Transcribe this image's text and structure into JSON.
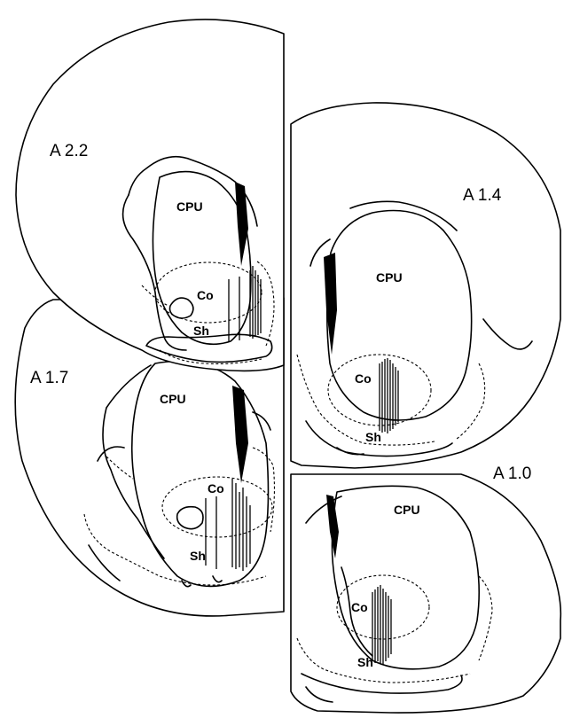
{
  "sections": [
    {
      "id": "a22",
      "label": "A 2.2",
      "regions": {
        "cpu": "CPU",
        "co": "Co",
        "sh": "Sh"
      }
    },
    {
      "id": "a14",
      "label": "A 1.4",
      "regions": {
        "cpu": "CPU",
        "co": "Co",
        "sh": "Sh"
      }
    },
    {
      "id": "a17",
      "label": "A 1.7",
      "regions": {
        "cpu": "CPU",
        "co": "Co",
        "sh": "Sh"
      }
    },
    {
      "id": "a10",
      "label": "A 1.0",
      "regions": {
        "cpu": "CPU",
        "co": "Co",
        "sh": "Sh"
      }
    }
  ]
}
